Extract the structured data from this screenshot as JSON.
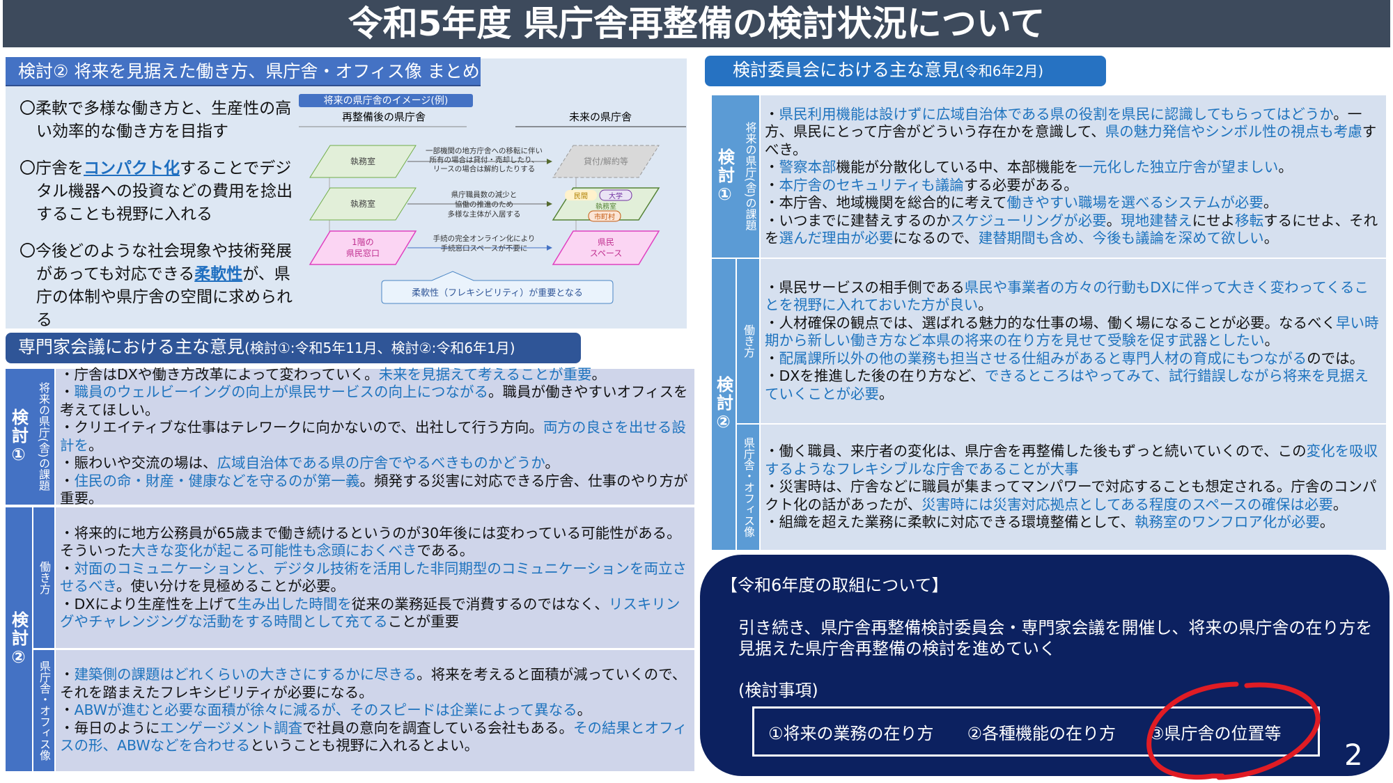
{
  "title": "令和5年度 県庁舎再整備の検討状況について",
  "summary": {
    "header": "検討② 将来を見据えた働き方、県庁舎・オフィス像 まとめ",
    "bullets": [
      {
        "segs": [
          {
            "t": "〇柔軟で多様な働き方と、生産性の高い効率的な働き方を目指す",
            "h": false
          }
        ]
      },
      {
        "segs": [
          {
            "t": "〇庁舎を",
            "h": false
          },
          {
            "t": "コンパクト化",
            "h": "u"
          },
          {
            "t": "することでデジタル機器への投資などの費用を捻出することも視野に入れる",
            "h": false
          }
        ]
      },
      {
        "segs": [
          {
            "t": "〇今後どのような社会現象や技術発展があっても対応できる",
            "h": false
          },
          {
            "t": "柔軟性",
            "h": "u"
          },
          {
            "t": "が、県庁の体制や県庁舎の空間に求められる",
            "h": false
          }
        ]
      }
    ],
    "diagram": {
      "label": "将来の県庁舎のイメージ(例)",
      "col_now": "再整備後の県庁舎",
      "col_future": "未来の県庁舎",
      "rows": [
        {
          "left": [
            "執務室"
          ],
          "arrow": [
            "一部機関の地方庁舎への移転に伴い",
            "所有の場合は貸付・売却したり、",
            "リースの場合は解約したりする"
          ],
          "right": [
            "貸付/解約等"
          ]
        },
        {
          "left": [
            "執務室"
          ],
          "arrow": [
            "県庁職員数の減少と",
            "協働の推進のため",
            "多様な主体が入居する"
          ],
          "right": [
            "執務室"
          ],
          "tags": [
            "民間",
            "大学",
            "市町村"
          ]
        },
        {
          "left": [
            "1階の",
            "県民窓口"
          ],
          "arrow": [
            "手続の完全オンライン化により",
            "手続窓口スペースが不要に"
          ],
          "right": [
            "県民",
            "スペース"
          ]
        }
      ],
      "callout": "柔軟性（フレキシビリティ）が重要となる"
    }
  },
  "expert": {
    "header": "専門家会議における主な意見",
    "header_sub": "(検討①:令和5年11月、検討②:令和6年1月)",
    "k1": {
      "label": "検討①",
      "sub": "将来の県庁(舎)の課題",
      "items": [
        {
          "segs": [
            {
              "t": "・庁舎はDXや働き方改革によって変わっていく。",
              "h": false
            },
            {
              "t": "未来を見据えて考えることが重要",
              "h": true
            },
            {
              "t": "。",
              "h": false
            }
          ]
        },
        {
          "segs": [
            {
              "t": "・",
              "h": false
            },
            {
              "t": "職員のウェルビーイングの向上が県民サービスの向上につながる",
              "h": true
            },
            {
              "t": "。職員が働きやすいオフィスを考えてほしい。",
              "h": false
            }
          ]
        },
        {
          "segs": [
            {
              "t": "・クリエイティブな仕事はテレワークに向かないので、出社して行う方向。",
              "h": false
            },
            {
              "t": "両方の良さを出せる設計を",
              "h": true
            },
            {
              "t": "。",
              "h": false
            }
          ]
        },
        {
          "segs": [
            {
              "t": "・賑わいや交流の場は、",
              "h": false
            },
            {
              "t": "広域自治体である県の庁舎でやるべきものかどうか",
              "h": true
            },
            {
              "t": "。",
              "h": false
            }
          ]
        },
        {
          "segs": [
            {
              "t": "・",
              "h": false
            },
            {
              "t": "住民の命・財産・健康などを守るのが第一義",
              "h": true
            },
            {
              "t": "。頻発する災害に対応できる庁舎、仕事のやり方が重要。",
              "h": false
            }
          ]
        }
      ]
    },
    "k2": {
      "label": "検討②",
      "work": {
        "sub": "働き方",
        "items": [
          {
            "segs": [
              {
                "t": "・将来的に地方公務員が65歳まで働き続けるというのが30年後には変わっている可能性がある。そういった",
                "h": false
              },
              {
                "t": "大きな変化が起こる可能性も念頭におくべき",
                "h": true
              },
              {
                "t": "である。",
                "h": false
              }
            ]
          },
          {
            "segs": [
              {
                "t": "・",
                "h": false
              },
              {
                "t": "対面のコミュニケーションと、デジタル技術を活用した非同期型のコミュニケーションを両立させるべき",
                "h": true
              },
              {
                "t": "。使い分けを見極めることが必要。",
                "h": false
              }
            ]
          },
          {
            "segs": [
              {
                "t": "・DXにより生産性を上げて",
                "h": false
              },
              {
                "t": "生み出した時間を",
                "h": true
              },
              {
                "t": "従来の業務延長で消費するのではなく、",
                "h": false
              },
              {
                "t": "リスキリングやチャレンジングな活動をする時間として充てる",
                "h": true
              },
              {
                "t": "ことが重要",
                "h": false
              }
            ]
          }
        ]
      },
      "office": {
        "sub": "県庁舎・オフィス像",
        "items": [
          {
            "segs": [
              {
                "t": "・",
                "h": false
              },
              {
                "t": "建築側の課題はどれくらいの大きさにするかに尽きる",
                "h": true
              },
              {
                "t": "。将来を考えると面積が減っていくので、それを踏まえたフレキシビリティが必要になる。",
                "h": false
              }
            ]
          },
          {
            "segs": [
              {
                "t": "・",
                "h": false
              },
              {
                "t": "ABWが進むと必要な面積が徐々に減るが、そのスピードは企業によって異なる",
                "h": true
              },
              {
                "t": "。",
                "h": false
              }
            ]
          },
          {
            "segs": [
              {
                "t": "・毎日のように",
                "h": false
              },
              {
                "t": "エンゲージメント調査",
                "h": true
              },
              {
                "t": "で社員の意向を調査している会社もある。",
                "h": false
              },
              {
                "t": "その結果とオフィスの形、ABWなどを合わせる",
                "h": true
              },
              {
                "t": "ということも視野に入れるとよい。",
                "h": false
              }
            ]
          }
        ]
      }
    }
  },
  "committee": {
    "header": "検討委員会における主な意見",
    "header_sub": "(令和6年2月)",
    "k1": {
      "label": "検討①",
      "sub": "将来の県庁(舎)の課題",
      "items": [
        {
          "segs": [
            {
              "t": "・",
              "h": false
            },
            {
              "t": "県民利用機能は設けずに広域自治体である県の役割を県民に認識してもらってはどうか",
              "h": true
            },
            {
              "t": "。一方、県民にとって庁舎がどういう存在かを意識して、",
              "h": false
            },
            {
              "t": "県の魅力発信やシンボル性の視点も考慮",
              "h": true
            },
            {
              "t": "すべき。",
              "h": false
            }
          ]
        },
        {
          "segs": [
            {
              "t": "・",
              "h": false
            },
            {
              "t": "警察本部",
              "h": true
            },
            {
              "t": "機能が分散化している中、本部機能を",
              "h": false
            },
            {
              "t": "一元化した独立庁舎が望ましい",
              "h": true
            },
            {
              "t": "。",
              "h": false
            }
          ]
        },
        {
          "segs": [
            {
              "t": "・",
              "h": false
            },
            {
              "t": "本庁舎のセキュリティも議論",
              "h": true
            },
            {
              "t": "する必要がある。",
              "h": false
            }
          ]
        },
        {
          "segs": [
            {
              "t": "・本庁舎、地域機関を総合的に考えて",
              "h": false
            },
            {
              "t": "働きやすい職場を選べるシステムが必要",
              "h": true
            },
            {
              "t": "。",
              "h": false
            }
          ]
        },
        {
          "segs": [
            {
              "t": "・いつまでに建替えするのか",
              "h": false
            },
            {
              "t": "スケジューリングが必要",
              "h": true
            },
            {
              "t": "。",
              "h": false
            },
            {
              "t": "現地建替え",
              "h": true
            },
            {
              "t": "にせよ",
              "h": false
            },
            {
              "t": "移転",
              "h": true
            },
            {
              "t": "するにせよ、それを",
              "h": false
            },
            {
              "t": "選んだ理由が必要",
              "h": true
            },
            {
              "t": "になるので、",
              "h": false
            },
            {
              "t": "建替期間も含め、今後も議論を深めて欲しい",
              "h": true
            },
            {
              "t": "。",
              "h": false
            }
          ]
        }
      ]
    },
    "k2": {
      "label": "検討②",
      "work": {
        "sub": "働き方",
        "items": [
          {
            "segs": [
              {
                "t": "・県民サービスの相手側である",
                "h": false
              },
              {
                "t": "県民や事業者の方々の行動もDXに伴って大きく変わってくることを視野に入れておいた方が良い",
                "h": true
              },
              {
                "t": "。",
                "h": false
              }
            ]
          },
          {
            "segs": [
              {
                "t": "・人材確保の観点では、選ばれる魅力的な仕事の場、働く場になることが必要。なるべく",
                "h": false
              },
              {
                "t": "早い時期から新しい働き方など本県の将来の在り方を見せて受験を促す武器としたい",
                "h": true
              },
              {
                "t": "。",
                "h": false
              }
            ]
          },
          {
            "segs": [
              {
                "t": "・",
                "h": false
              },
              {
                "t": "配属課所以外の他の業務も担当させる仕組みがあると専門人材の育成にもつながる",
                "h": true
              },
              {
                "t": "のでは。",
                "h": false
              }
            ]
          },
          {
            "segs": [
              {
                "t": "・DXを推進した後の在り方など、",
                "h": false
              },
              {
                "t": "できるところはやってみて、試行錯誤しながら将来を見据えていくことが必要",
                "h": true
              },
              {
                "t": "。",
                "h": false
              }
            ]
          }
        ]
      },
      "office": {
        "sub": "県庁舎・オフィス像",
        "items": [
          {
            "segs": [
              {
                "t": "・働く職員、来庁者の変化は、県庁舎を再整備した後もずっと続いていくので、この",
                "h": false
              },
              {
                "t": "変化を吸収するようなフレキシブルな庁舎であることが大事",
                "h": true
              }
            ]
          },
          {
            "segs": [
              {
                "t": "・災害時は、庁舎などに職員が集まってマンパワーで対応することも想定される。庁舎のコンパクト化の話があったが、",
                "h": false
              },
              {
                "t": "災害時には災害対応拠点としてある程度のスペースの確保は必要",
                "h": true
              },
              {
                "t": "。",
                "h": false
              }
            ]
          },
          {
            "segs": [
              {
                "t": "・組織を超えた業務に柔軟に対応できる環境整備として、",
                "h": false
              },
              {
                "t": "執務室のワンフロア化が必要",
                "h": true
              },
              {
                "t": "。",
                "h": false
              }
            ]
          }
        ]
      }
    }
  },
  "plan": {
    "title": "【令和6年度の取組について】",
    "text": "引き続き、県庁舎再整備検討委員会・専門家会議を開催し、将来の県庁舎の在り方を見据えた県庁舎再整備の検討を進めていく",
    "subtitle": "(検討事項)",
    "items": [
      "①将来の業務の在り方",
      "②各種機能の在り方",
      "③県庁舎の位置等"
    ]
  },
  "page_number": "2",
  "colors": {
    "title_bg": "#3d4a5c",
    "accent": "#4472c4",
    "highlight": "#1e73be",
    "plan_bg": "#0c2160",
    "annotation": "#e01c24"
  }
}
